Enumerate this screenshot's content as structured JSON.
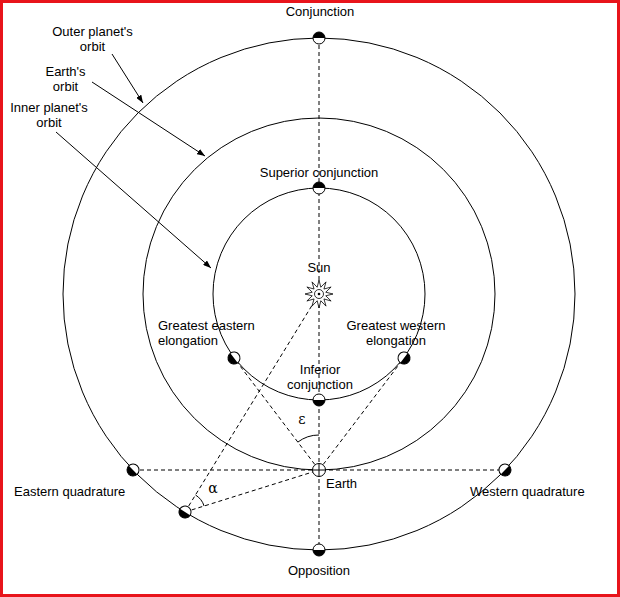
{
  "diagram": {
    "labels": [
      "Conjunction",
      "Outer planet's orbit",
      "Earth's orbit",
      "Inner planet's orbit",
      "Superior conjunction",
      "Sun",
      "Greatest eastern elongation",
      "Greatest western elongation",
      "Inferior conjunction",
      "ε",
      "α",
      "Eastern quadrature",
      "Earth",
      "Western quadrature",
      "Opposition"
    ]
  }
}
